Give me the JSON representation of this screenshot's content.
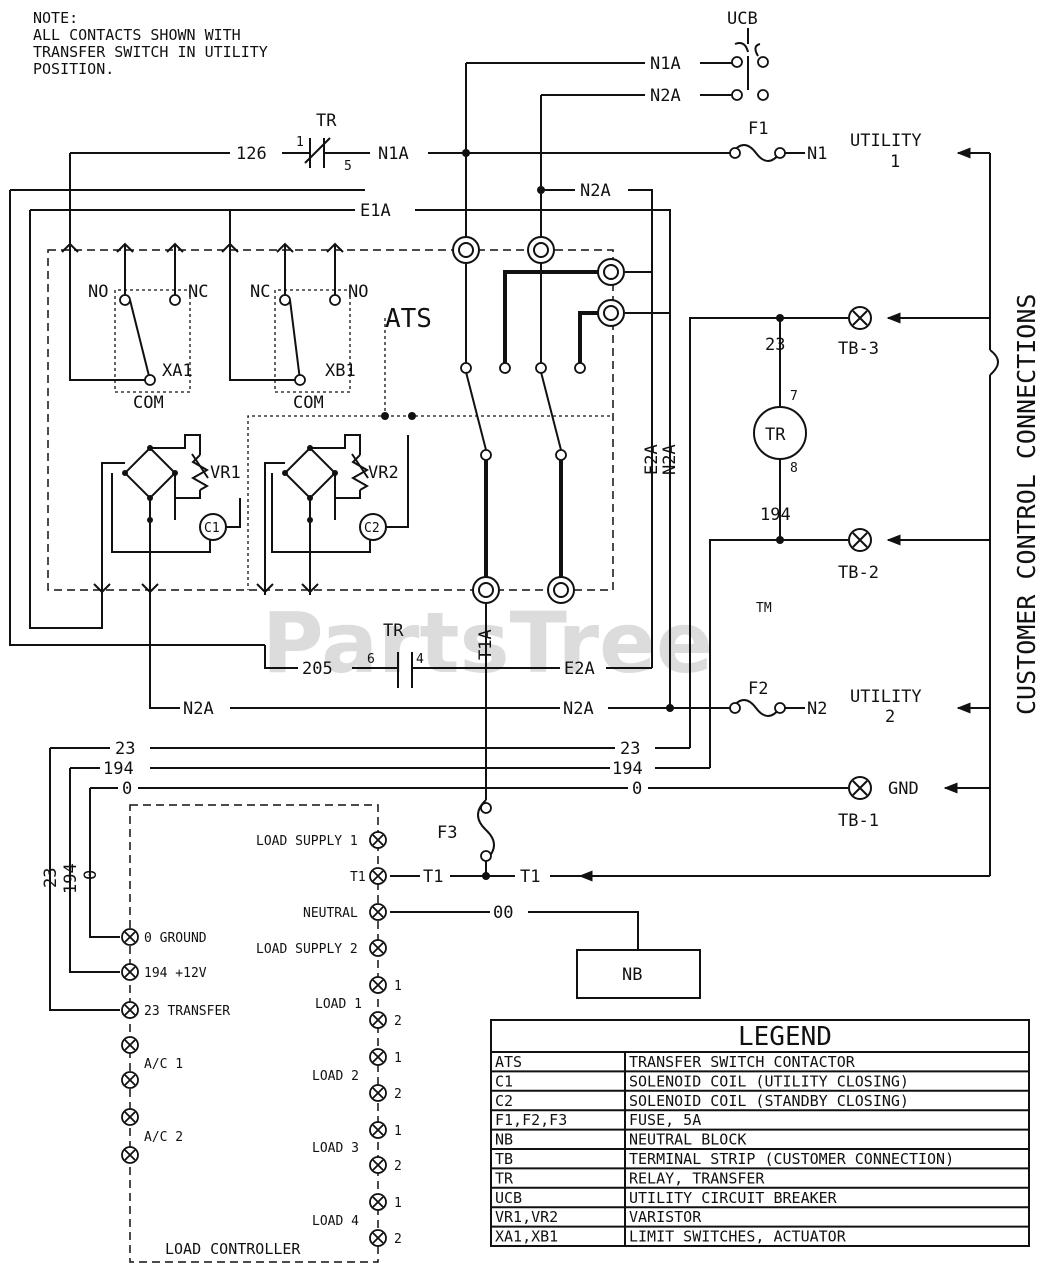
{
  "note": {
    "lines": [
      "NOTE:",
      "ALL CONTACTS SHOWN WITH",
      "TRANSFER SWITCH IN UTILITY",
      "POSITION."
    ]
  },
  "labels": {
    "ucb": "UCB",
    "n1a": "N1A",
    "n2a": "N2A",
    "tr": "TR",
    "126": "126",
    "pin1": "1",
    "pin5": "5",
    "f1": "F1",
    "n1": "N1",
    "utility": "UTILITY",
    "one": "1",
    "two": "2",
    "e1a": "E1A",
    "no": "NO",
    "nc": "NC",
    "xa1": "XA1",
    "xb1": "XB1",
    "com": "COM",
    "ats": "ATS",
    "vr1": "VR1",
    "vr2": "VR2",
    "c1": "C1",
    "c2": "C2",
    "e2a": "E2A",
    "w23": "23",
    "w194": "194",
    "w0": "0",
    "pin7": "7",
    "pin8": "8",
    "tb3": "TB-3",
    "tb2": "TB-2",
    "tb1": "TB-1",
    "gnd": "GND",
    "w205": "205",
    "pin6": "6",
    "pin4": "4",
    "t1a": "T1A",
    "f2": "F2",
    "n2": "N2",
    "f3": "F3",
    "t1": "T1",
    "w00": "00",
    "nb": "NB",
    "ccc": "CUSTOMER CONTROL CONNECTIONS",
    "trademark": "PartsTree",
    "tm": "TM"
  },
  "controller": {
    "title": "LOAD CONTROLLER",
    "left": [
      "0 GROUND",
      "194 +12V",
      "23 TRANSFER",
      "A/C 1",
      "A/C 2"
    ],
    "right": [
      "LOAD SUPPLY 1",
      "T1",
      "NEUTRAL",
      "LOAD SUPPLY 2",
      "LOAD 1",
      "LOAD 2",
      "LOAD 3",
      "LOAD 4"
    ],
    "pin_a": "1",
    "pin_b": "2"
  },
  "legend": {
    "title": "LEGEND",
    "rows": [
      {
        "code": "ATS",
        "desc": "TRANSFER SWITCH CONTACTOR"
      },
      {
        "code": "C1",
        "desc": "SOLENOID COIL (UTILITY CLOSING)"
      },
      {
        "code": "C2",
        "desc": "SOLENOID COIL (STANDBY CLOSING)"
      },
      {
        "code": "F1,F2,F3",
        "desc": "FUSE, 5A"
      },
      {
        "code": "NB",
        "desc": "NEUTRAL BLOCK"
      },
      {
        "code": "TB",
        "desc": "TERMINAL STRIP (CUSTOMER CONNECTION)"
      },
      {
        "code": "TR",
        "desc": "RELAY, TRANSFER"
      },
      {
        "code": "UCB",
        "desc": "UTILITY CIRCUIT BREAKER"
      },
      {
        "code": "VR1,VR2",
        "desc": "VARISTOR"
      },
      {
        "code": "XA1,XB1",
        "desc": "LIMIT SWITCHES, ACTUATOR"
      }
    ]
  }
}
